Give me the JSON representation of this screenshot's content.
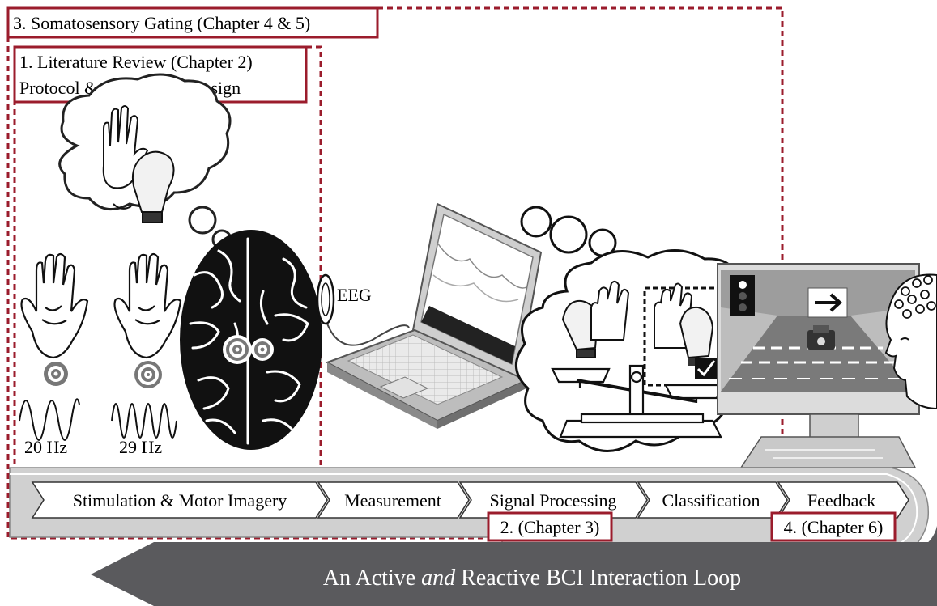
{
  "boxes": {
    "somatosensory": "3. Somatosensory Gating (Chapter 4 & 5)",
    "literature_line1": "1. Literature Review (Chapter 2)",
    "literature_line2": "Protocol & Stimulation Design",
    "chapter3": "2. (Chapter 3)",
    "chapter6": "4. (Chapter 6)"
  },
  "labels": {
    "eeg": "EEG",
    "freq_left": "20 Hz",
    "freq_right": "29 Hz"
  },
  "pipeline": {
    "steps": [
      "Stimulation & Motor Imagery",
      "Measurement",
      "Signal Processing",
      "Classification",
      "Feedback"
    ]
  },
  "banner": {
    "prefix": "An Active ",
    "emphasis": "and",
    "suffix": " Reactive BCI Interaction Loop"
  },
  "colors": {
    "accent_red": "#9b1c2c",
    "banner_gray": "#5a5a5d",
    "arrow_gray": "#d9d9d9"
  }
}
